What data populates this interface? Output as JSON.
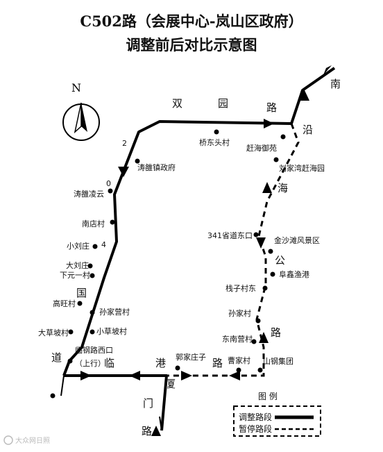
{
  "title": {
    "line1": "C502路（会展中心-岚山区政府）",
    "line2": "调整前后对比示意图"
  },
  "north_label": "N",
  "roads": {
    "shuangyuan": [
      "双",
      "园",
      "路"
    ],
    "yanhai": [
      "沿",
      "海"
    ],
    "gong": "公",
    "lu_east": "路",
    "nan": "南",
    "guo": "国",
    "dao": "道",
    "lin": "临",
    "gang": "港",
    "lu_south": "路",
    "xiamen": [
      "厦",
      "门",
      "路"
    ]
  },
  "route_numbers": [
    "2",
    "0",
    "4"
  ],
  "stops": [
    {
      "name": "桥东头村"
    },
    {
      "name": "赶海御苑"
    },
    {
      "name": "涛雒镇政府"
    },
    {
      "name": "刘家湾赶海园"
    },
    {
      "name": "涛雒凌云"
    },
    {
      "name": "南店村"
    },
    {
      "name": "341省道东口"
    },
    {
      "name": "金沙滩风景区"
    },
    {
      "name": "小刘庄"
    },
    {
      "name": "大刘庄"
    },
    {
      "name": "下元一村"
    },
    {
      "name": "阜鑫渔港"
    },
    {
      "name": "高旺村"
    },
    {
      "name": "栈子村东"
    },
    {
      "name": "孙家营村"
    },
    {
      "name": "孙家村"
    },
    {
      "name": "大草坡村"
    },
    {
      "name": "小草坡村"
    },
    {
      "name": "东南营村"
    },
    {
      "name": "临钢路西口"
    },
    {
      "name": "（上行）"
    },
    {
      "name": "郭家庄子"
    },
    {
      "name": "曹家村"
    },
    {
      "name": "山钢集团"
    }
  ],
  "legend": {
    "title": "图  例",
    "adjusted": "调整路段",
    "suspended": "暂停路段"
  },
  "watermark": "大众网日照",
  "colors": {
    "route": "#000000",
    "background": "#ffffff"
  }
}
